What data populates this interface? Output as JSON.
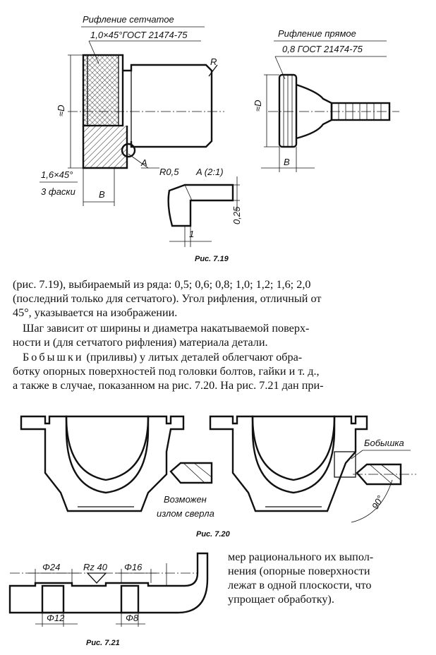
{
  "fig719": {
    "label_knurl_mesh": "Рифление сетчатое",
    "label_knurl_mesh_spec": "1,0×45°ГОСТ 21474-75",
    "label_knurl_straight": "Рифление прямое",
    "label_knurl_straight_spec": "0,8 ГОСТ 21474-75",
    "label_R": "R",
    "label_D_left": "≈D",
    "label_D_right": "≈D",
    "label_chamfer": "1,6×45°",
    "label_chamfer_note": "3 фаски",
    "label_B_left": "B",
    "label_B_right": "B",
    "label_A": "A",
    "label_R05": "R0,5",
    "label_A_detail": "A (2:1)",
    "label_025": "0,25",
    "label_1": "1",
    "caption": "Рис. 7.19"
  },
  "text": {
    "p1_line1": "(рис. 7.19), выбираемый из ряда: 0,5; 0,6; 0,8; 1,0; 1,2; 1,6; 2,0",
    "p1_line2": "(последний только для сетчатого). Угол рифления, отличный от",
    "p1_line3": "45°, указывается на изображении.",
    "p2_line1": "Шаг зависит от ширины и диаметра накатываемой поверх-",
    "p2_line2": "ности и (для сетчатого рифления) материала детали.",
    "p3_word": "Бобышки",
    "p3_line1_rest": "(приливы) у литых деталей облегчают обра-",
    "p3_line2": "ботку опорных поверхностей под головки болтов, гайки и т. д.,",
    "p3_line3": "а также в случае, показанном на рис. 7.20. На рис. 7.21 дан при-"
  },
  "fig720": {
    "label_boss": "Бобышка",
    "label_break1": "Возможен",
    "label_break2": "излом сверла",
    "label_90": "90°",
    "caption": "Рис. 7.20"
  },
  "fig721": {
    "label_d24": "Φ24",
    "label_rz": "Rz 40",
    "label_d16": "Φ16",
    "label_d12": "Φ12",
    "label_d8": "Φ8",
    "caption": "Рис. 7.21"
  },
  "side_text": {
    "line1": "мер рационального их выпол-",
    "line2": "нения (опорные поверхности",
    "line3": "лежат в одной плоскости, что",
    "line4": "упрощает обработку)."
  }
}
